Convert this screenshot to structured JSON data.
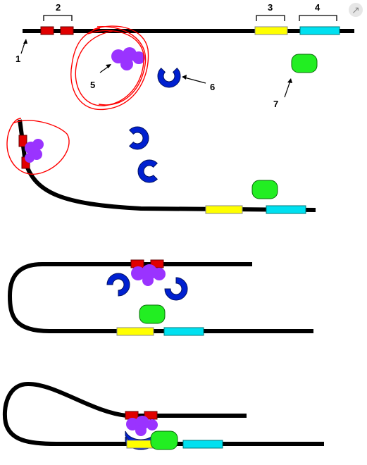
{
  "labels": {
    "l1": "1",
    "l2": "2",
    "l3": "3",
    "l4": "4",
    "l5": "5",
    "l6": "6",
    "l7": "7"
  },
  "colors": {
    "dna": "#000000",
    "enhancer": "#e00000",
    "promoter": "#ffff00",
    "gene": "#00e0f0",
    "activator": "#9a33ff",
    "mediator": "#0020d0",
    "polymerase": "#22ee22",
    "annotation": "#ff0000"
  },
  "corner_icon": "share-icon"
}
